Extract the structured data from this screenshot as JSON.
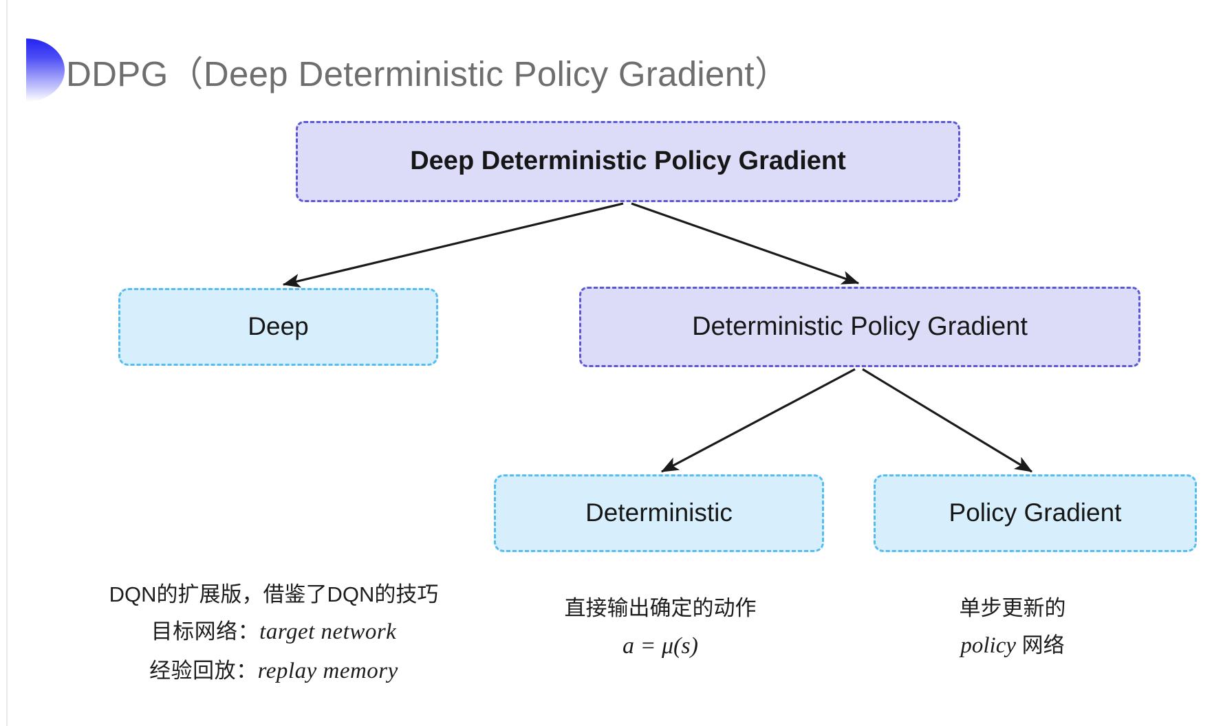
{
  "slide": {
    "title": "DDPG（Deep Deterministic Policy Gradient）",
    "background_color": "#ffffff"
  },
  "colors": {
    "purple_fill": "#dcdbf8",
    "purple_border": "#5b56d6",
    "cyan_fill": "#d7effc",
    "cyan_border": "#54bdee",
    "arrow": "#1a1a1a",
    "title_text": "#6e6e6e",
    "bullet_gradient_from": "#2323f0",
    "bullet_gradient_to": "#ffffff"
  },
  "diagram": {
    "type": "tree",
    "nodes": [
      {
        "id": "root",
        "label": "Deep Deterministic Policy Gradient",
        "style": "purple"
      },
      {
        "id": "deep",
        "label": "Deep",
        "style": "cyan"
      },
      {
        "id": "dpg",
        "label": "Deterministic Policy Gradient",
        "style": "purple"
      },
      {
        "id": "deterministic",
        "label": "Deterministic",
        "style": "cyan"
      },
      {
        "id": "policy_gradient",
        "label": "Policy Gradient",
        "style": "cyan"
      }
    ],
    "edges": [
      {
        "from": "root",
        "to": "deep"
      },
      {
        "from": "root",
        "to": "dpg"
      },
      {
        "from": "dpg",
        "to": "deterministic"
      },
      {
        "from": "dpg",
        "to": "policy_gradient"
      }
    ]
  },
  "captions": {
    "deep": {
      "line1": "DQN的扩展版，借鉴了DQN的技巧",
      "line2_label": "目标网络：",
      "line2_value": "target network",
      "line3_label": "经验回放：",
      "line3_value": "replay memory"
    },
    "deterministic": {
      "line1": "直接输出确定的动作",
      "line2": "a = μ(s)"
    },
    "policy_gradient": {
      "line1": "单步更新的",
      "line2_value": "policy",
      "line2_suffix": " 网络"
    }
  }
}
